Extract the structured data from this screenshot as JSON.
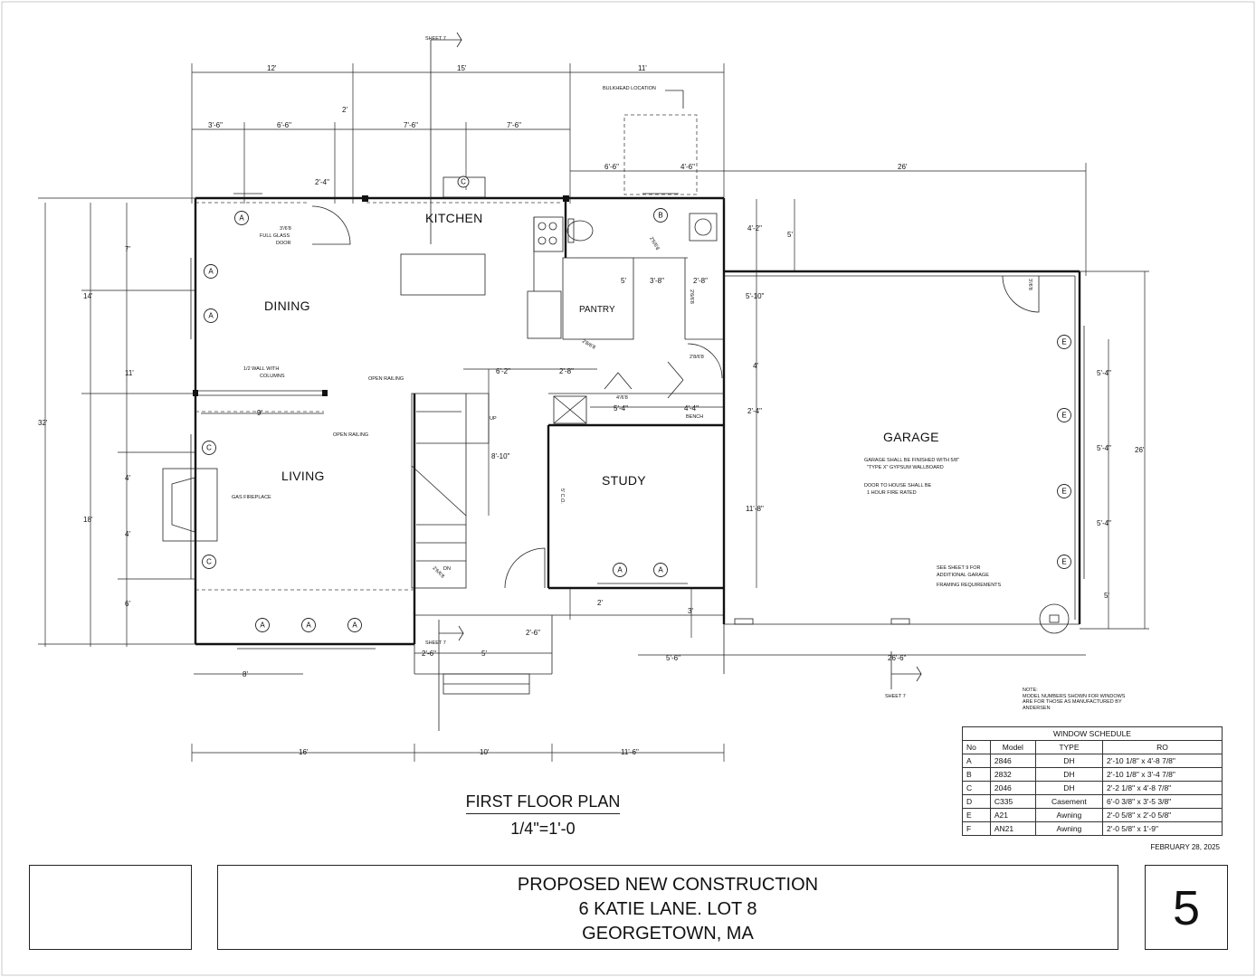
{
  "rooms": {
    "kitchen": "KITCHEN",
    "dining": "DINING",
    "living": "LIVING",
    "pantry": "PANTRY",
    "study": "STUDY",
    "garage": "GARAGE"
  },
  "notes": {
    "sheet7_a": "SHEET 7",
    "sheet7_b": "SHEET 7",
    "sheet7_c": "SHEET 7",
    "bulkhead": "BULKHEAD LOCATION",
    "glass_door_1": "3'/6'8",
    "glass_door_2": "FULL GLASS",
    "glass_door_3": "DOOR",
    "half_wall_1": "1/2 WALL WITH",
    "half_wall_2": "COLUMNS",
    "open_railing_1": "OPEN RAILING",
    "open_railing_2": "OPEN RAILING",
    "gas_fireplace": "GAS FIREPLACE",
    "up": "UP",
    "dn": "DN",
    "bench_1": "4'/6'8",
    "bench_2": "BENCH",
    "co": "5' C.O.",
    "garage_1": "GARAGE SHALL BE FINISHED WITH 5/8\"",
    "garage_2": "\"TYPE X\" GYPSUM WALLBOARD",
    "garage_3": "DOOR TO HOUSE SHALL BE",
    "garage_4": "1 HOUR FIRE RATED",
    "sheet9_1": "SEE SHEET 9 FOR",
    "sheet9_2": "ADDITIONAL GARAGE",
    "sheet9_3": "FRAMING REQUIREMENTS",
    "door_268a": "2'6/6'8",
    "door_268b": "2'6/6'8",
    "door_268c": "2'8/6'8",
    "door_268d": "2'6/6'8",
    "door_368": "3'/6'8",
    "door_26dn": "2'6/6'8",
    "door_28": "2'8/6'8"
  },
  "dims": {
    "top_12": "12'",
    "top_15": "15'",
    "top_11": "11'",
    "d_36": "3'-6\"",
    "d_66": "6'-6\"",
    "d_2": "2'",
    "d_76a": "7'-6\"",
    "d_76b": "7'-6\"",
    "d_24": "2'-4\"",
    "d_66b": "6'-6\"",
    "d_46": "4'-6\"",
    "d_26ft": "26'",
    "d_42": "4'-2\"",
    "d_5v": "5'",
    "d_5p": "5'",
    "d_38": "3'-8\"",
    "d_28": "2'-8\"",
    "d_510": "5'-10\"",
    "d_4": "4'",
    "d_62": "6'-2\"",
    "d_28b": "2'-8\"",
    "d_54": "5'-4\"",
    "d_44": "4'-4\"",
    "d_24b": "2'-4\"",
    "d_810": "8'-10\"",
    "d_118": "11'-8\"",
    "d_9": "9'",
    "l_7": "7'",
    "l_14": "14'",
    "l_11": "11'",
    "l_32": "32'",
    "l_4a": "4'",
    "l_18": "18'",
    "l_4b": "4'",
    "l_6": "6'",
    "g_54a": "5'-4\"",
    "g_54b": "5'-4\"",
    "g_54c": "5'-4\"",
    "g_5": "5'",
    "g_26": "26'",
    "s_2": "2'",
    "s_3": "3'",
    "s_26a": "2'-6\"",
    "s_26b": "2'-6\"",
    "s_5": "5'",
    "s_56": "5'-6\"",
    "s_266": "26'-6\"",
    "b_8": "8'",
    "b_16": "16'",
    "b_10": "10'",
    "b_116": "11'-6\""
  },
  "window_note": [
    "NOTE:",
    "MODEL NUMBERS SHOWN FOR WINDOWS",
    "ARE FOR THOSE AS MANUFACTURED BY",
    "ANDERSEN"
  ],
  "window_schedule": {
    "title": "WINDOW SCHEDULE",
    "headers": [
      "No",
      "Model",
      "TYPE",
      "RO"
    ],
    "rows": [
      [
        "A",
        "2846",
        "DH",
        "2'-10 1/8\" x 4'-8 7/8\""
      ],
      [
        "B",
        "2832",
        "DH",
        "2'-10 1/8\" x 3'-4 7/8\""
      ],
      [
        "C",
        "2046",
        "DH",
        "2'-2 1/8\" x 4'-8 7/8\""
      ],
      [
        "D",
        "C335",
        "Casement",
        "6'-0 3/8\" x 3'-5 3/8\""
      ],
      [
        "E",
        "A21",
        "Awning",
        "2'-0 5/8\" x 2'-0 5/8\""
      ],
      [
        "F",
        "AN21",
        "Awning",
        "2'-0 5/8\" x 1'-9\""
      ]
    ]
  },
  "plan_title": "FIRST FLOOR PLAN",
  "plan_scale": "1/4\"=1'-0",
  "date": "FEBRUARY 28, 2025",
  "project": {
    "line1": "PROPOSED NEW CONSTRUCTION",
    "line2": "6 KATIE LANE. LOT 8",
    "line3": "GEORGETOWN, MA"
  },
  "sheet_number": "5",
  "window_tags": {
    "a": "A",
    "b": "B",
    "c": "C",
    "e": "E"
  }
}
